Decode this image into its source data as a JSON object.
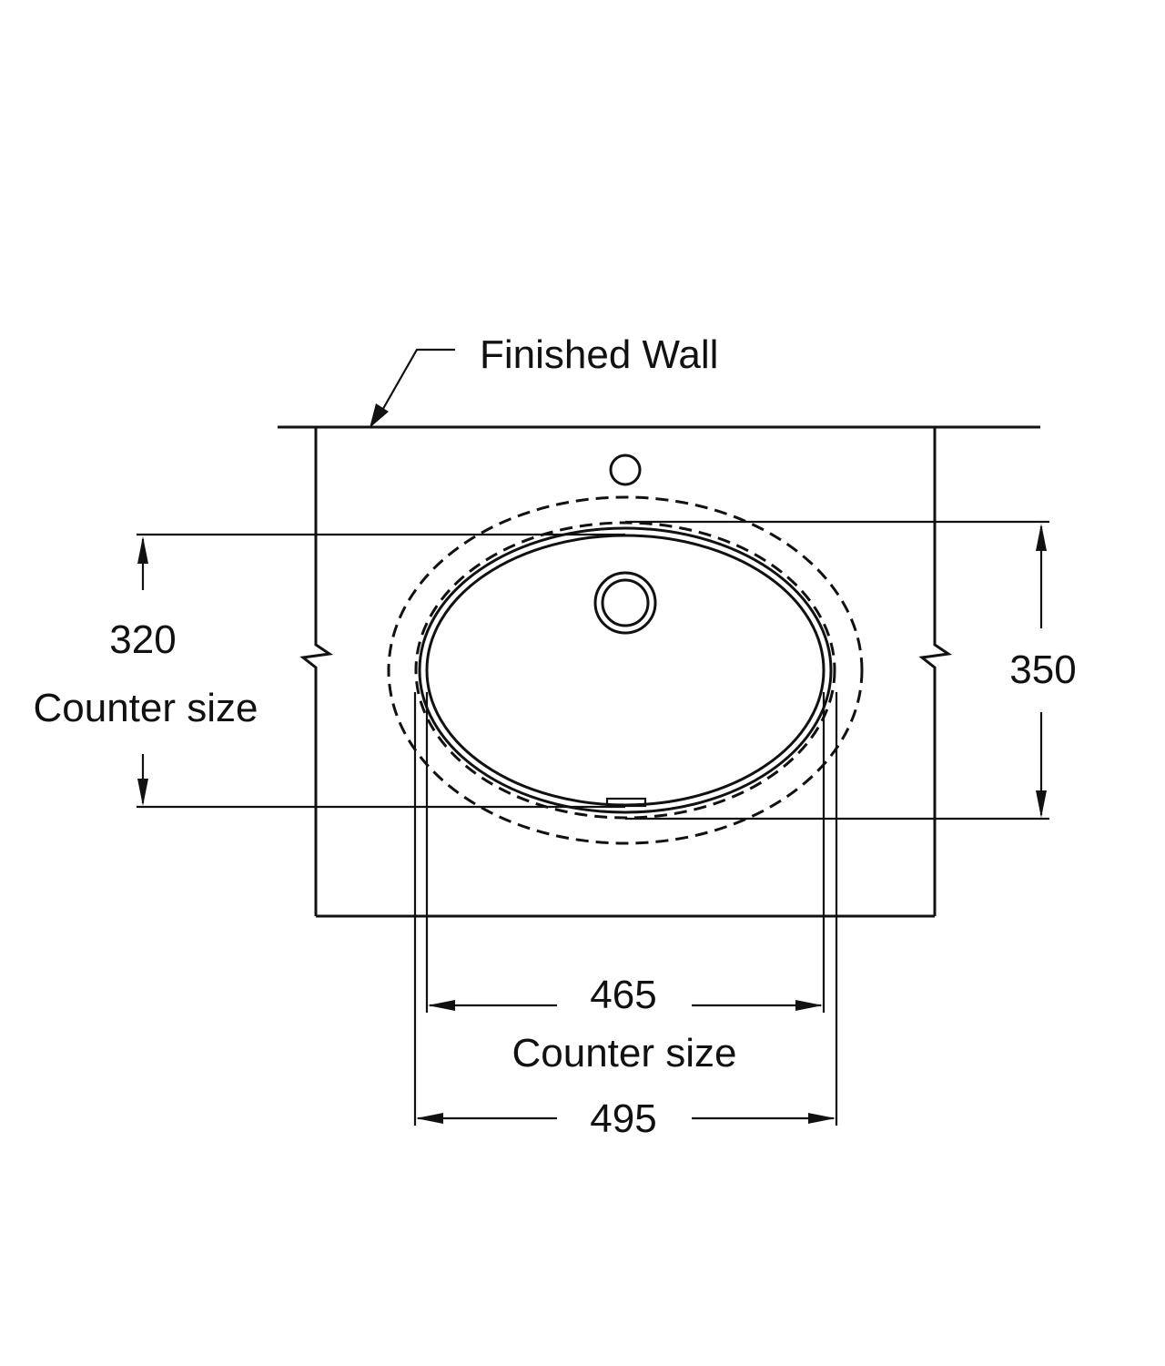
{
  "labels": {
    "finished_wall": "Finished Wall",
    "depth_counter_value": "320",
    "depth_counter_caption": "Counter size",
    "depth_overall_value": "350",
    "width_counter_value": "465",
    "width_counter_caption": "Counter size",
    "width_overall_value": "495"
  },
  "dimensions": {
    "counter_depth": 320,
    "overall_depth": 350,
    "counter_width": 465,
    "overall_width": 495
  }
}
